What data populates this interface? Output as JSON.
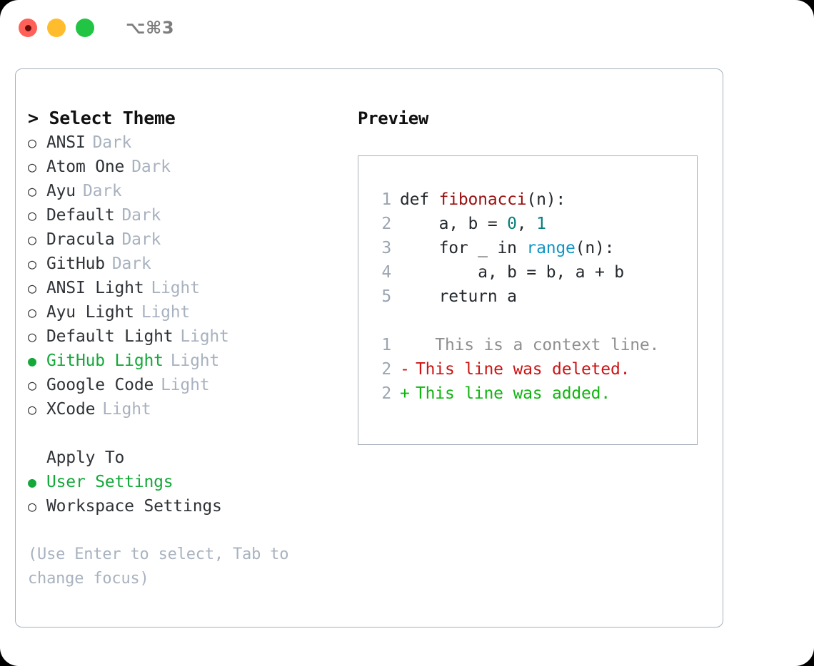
{
  "titlebar": {
    "shortcut": "⌥⌘3",
    "buttons": [
      {
        "name": "close",
        "color": "#ff6159"
      },
      {
        "name": "minimize",
        "color": "#ffbd2e"
      },
      {
        "name": "zoom",
        "color": "#22c543"
      }
    ]
  },
  "left": {
    "heading": "> Select Theme",
    "themes": [
      {
        "marker": "○",
        "label": "ANSI",
        "suffix": "Dark",
        "selected": false
      },
      {
        "marker": "○",
        "label": "Atom One",
        "suffix": "Dark",
        "selected": false
      },
      {
        "marker": "○",
        "label": "Ayu",
        "suffix": "Dark",
        "selected": false
      },
      {
        "marker": "○",
        "label": "Default",
        "suffix": "Dark",
        "selected": false
      },
      {
        "marker": "○",
        "label": "Dracula",
        "suffix": "Dark",
        "selected": false
      },
      {
        "marker": "○",
        "label": "GitHub",
        "suffix": "Dark",
        "selected": false
      },
      {
        "marker": "○",
        "label": "ANSI Light",
        "suffix": "Light",
        "selected": false
      },
      {
        "marker": "○",
        "label": "Ayu Light",
        "suffix": "Light",
        "selected": false
      },
      {
        "marker": "○",
        "label": "Default Light",
        "suffix": "Light",
        "selected": false
      },
      {
        "marker": "●",
        "label": "GitHub Light",
        "suffix": "Light",
        "selected": true
      },
      {
        "marker": "○",
        "label": "Google Code",
        "suffix": "Light",
        "selected": false
      },
      {
        "marker": "○",
        "label": "XCode",
        "suffix": "Light",
        "selected": false
      }
    ],
    "apply_heading": "Apply To",
    "apply_options": [
      {
        "marker": "●",
        "label": "User Settings",
        "selected": true
      },
      {
        "marker": "○",
        "label": "Workspace Settings",
        "selected": false
      }
    ],
    "hint": "(Use Enter to select, Tab to change focus)"
  },
  "right": {
    "title": "Preview",
    "code_lines": [
      {
        "no": "1",
        "pre": "def ",
        "fn": "fibonacci",
        "post": "(n):"
      },
      {
        "no": "2",
        "pre": "    a, b = ",
        "num1": "0",
        "mid": ", ",
        "num2": "1"
      },
      {
        "no": "3",
        "pre": "    for _ in ",
        "call": "range",
        "post": "(n):"
      },
      {
        "no": "4",
        "pre": "        a, b = b, a + b"
      },
      {
        "no": "5",
        "pre": "    return a"
      }
    ],
    "diff_lines": [
      {
        "no": "1",
        "marker": " ",
        "text": "  This is a context line.",
        "kind": "context"
      },
      {
        "no": "2",
        "marker": "-",
        "text": "This line was deleted.",
        "kind": "deleted"
      },
      {
        "no": "2",
        "marker": "+",
        "text": "This line was added.",
        "kind": "added"
      }
    ]
  },
  "colors": {
    "accent_green": "#14a83a",
    "muted": "#a8b2bf",
    "border": "#a7b0bd",
    "diff_deleted": "#cc1414",
    "diff_added": "#11b411",
    "token_function": "#9b1010",
    "token_number": "#0a7d7d",
    "token_call": "#0f96c7"
  }
}
